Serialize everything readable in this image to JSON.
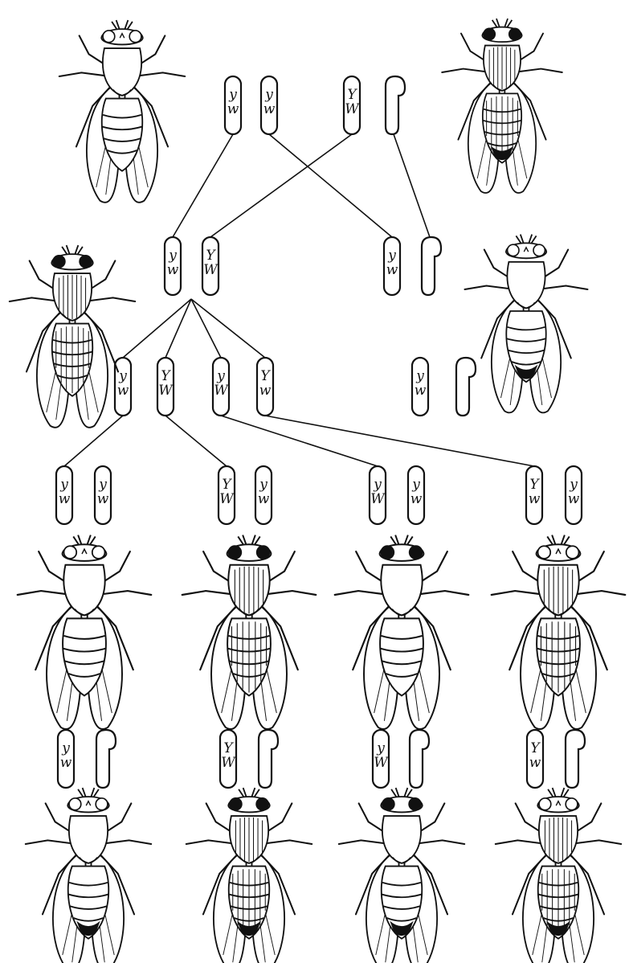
{
  "colors": {
    "ink": "#111111",
    "paper": "#ffffff"
  },
  "fly_phenotypes": {
    "yellow_white": "yellow body, white eyes",
    "wild_type": "gray body, red eyes",
    "yellow_red": "yellow body, red eyes",
    "gray_white": "gray body, white eyes"
  },
  "chromosomes": {
    "p_female": [
      {
        "top": "y",
        "bottom": "w"
      },
      {
        "top": "y",
        "bottom": "w"
      }
    ],
    "p_male": [
      {
        "top": "Y",
        "bottom": "W"
      },
      {
        "top": "",
        "bottom": "",
        "hook": true
      }
    ],
    "f1_female": [
      {
        "top": "y",
        "bottom": "w"
      },
      {
        "top": "Y",
        "bottom": "W"
      }
    ],
    "f1_male": [
      {
        "top": "y",
        "bottom": "w"
      },
      {
        "top": "",
        "bottom": "",
        "hook": true
      }
    ],
    "f1_male_sperm": [
      {
        "top": "y",
        "bottom": "w"
      },
      {
        "top": "",
        "bottom": "",
        "hook": true
      }
    ],
    "gametes": [
      {
        "top": "y",
        "bottom": "w"
      },
      {
        "top": "Y",
        "bottom": "W"
      },
      {
        "top": "y",
        "bottom": "W"
      },
      {
        "top": "Y",
        "bottom": "w"
      }
    ],
    "f2_females": [
      [
        {
          "top": "y",
          "bottom": "w"
        },
        {
          "top": "y",
          "bottom": "w"
        }
      ],
      [
        {
          "top": "Y",
          "bottom": "W"
        },
        {
          "top": "y",
          "bottom": "w"
        }
      ],
      [
        {
          "top": "y",
          "bottom": "W"
        },
        {
          "top": "y",
          "bottom": "w"
        }
      ],
      [
        {
          "top": "Y",
          "bottom": "w"
        },
        {
          "top": "y",
          "bottom": "w"
        }
      ]
    ],
    "f2_males": [
      [
        {
          "top": "y",
          "bottom": "w"
        },
        {
          "top": "",
          "bottom": "",
          "hook": true
        }
      ],
      [
        {
          "top": "Y",
          "bottom": "W"
        },
        {
          "top": "",
          "bottom": "",
          "hook": true
        }
      ],
      [
        {
          "top": "y",
          "bottom": "W"
        },
        {
          "top": "",
          "bottom": "",
          "hook": true
        }
      ],
      [
        {
          "top": "Y",
          "bottom": "w"
        },
        {
          "top": "",
          "bottom": "",
          "hook": true
        }
      ]
    ]
  }
}
